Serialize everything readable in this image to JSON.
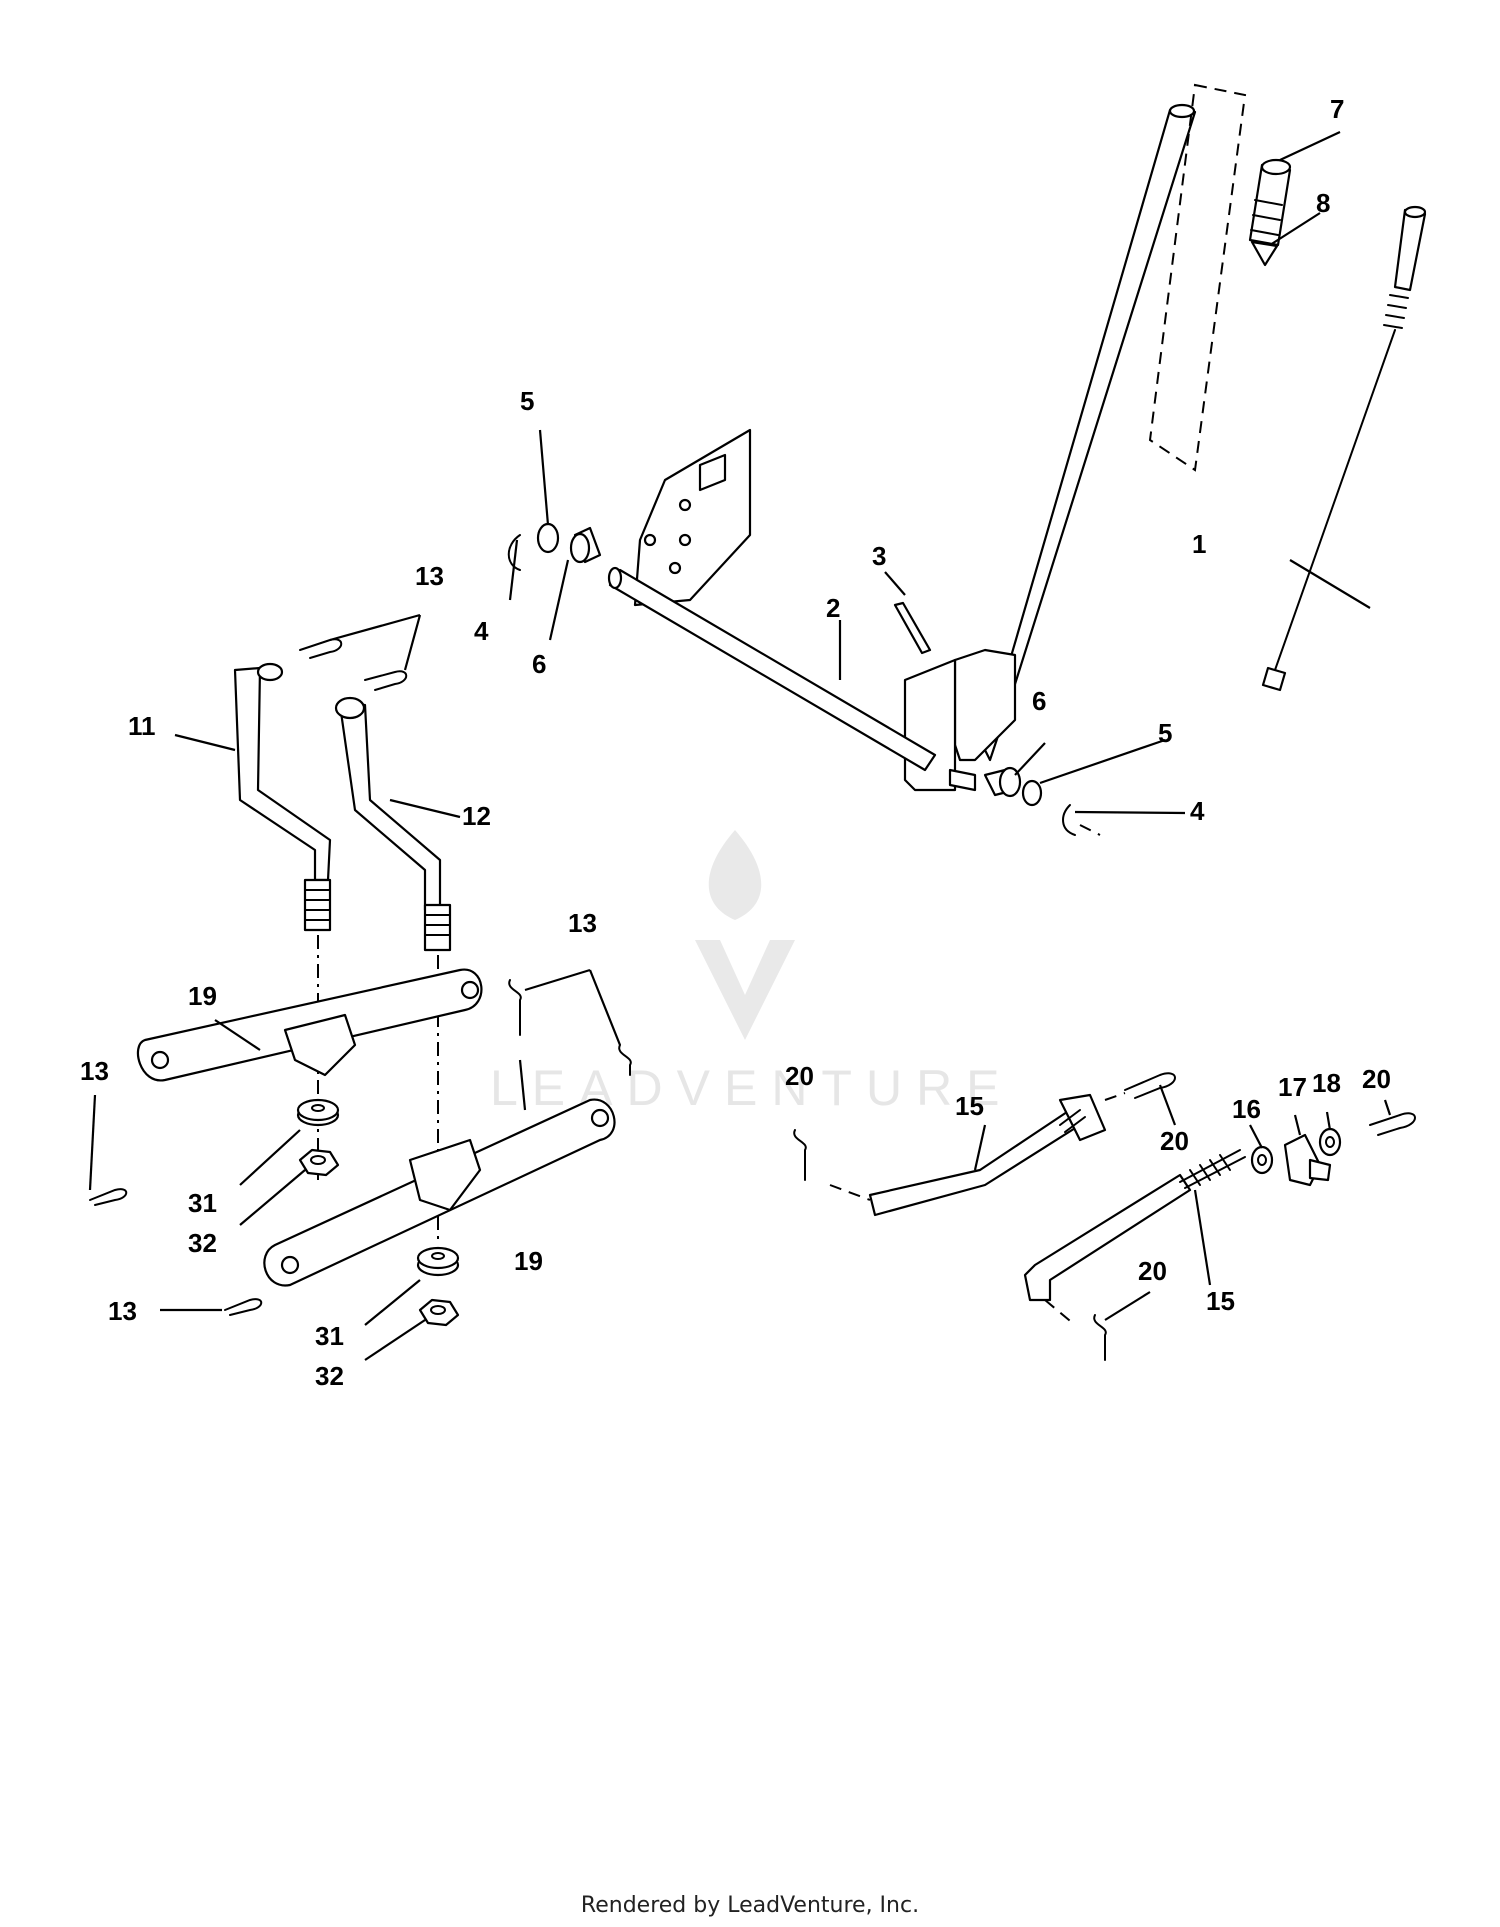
{
  "diagram": {
    "callouts": [
      "1",
      "2",
      "3",
      "4",
      "4",
      "5",
      "5",
      "6",
      "6",
      "7",
      "8",
      "11",
      "12",
      "13",
      "13",
      "13",
      "13",
      "15",
      "15",
      "16",
      "17",
      "18",
      "19",
      "19",
      "20",
      "20",
      "20",
      "20",
      "31",
      "31",
      "32",
      "32"
    ]
  },
  "watermark": {
    "text": "LEADVENTURE",
    "color": "#e6e6e6"
  },
  "footer": {
    "text": "Rendered by LeadVenture, Inc."
  }
}
